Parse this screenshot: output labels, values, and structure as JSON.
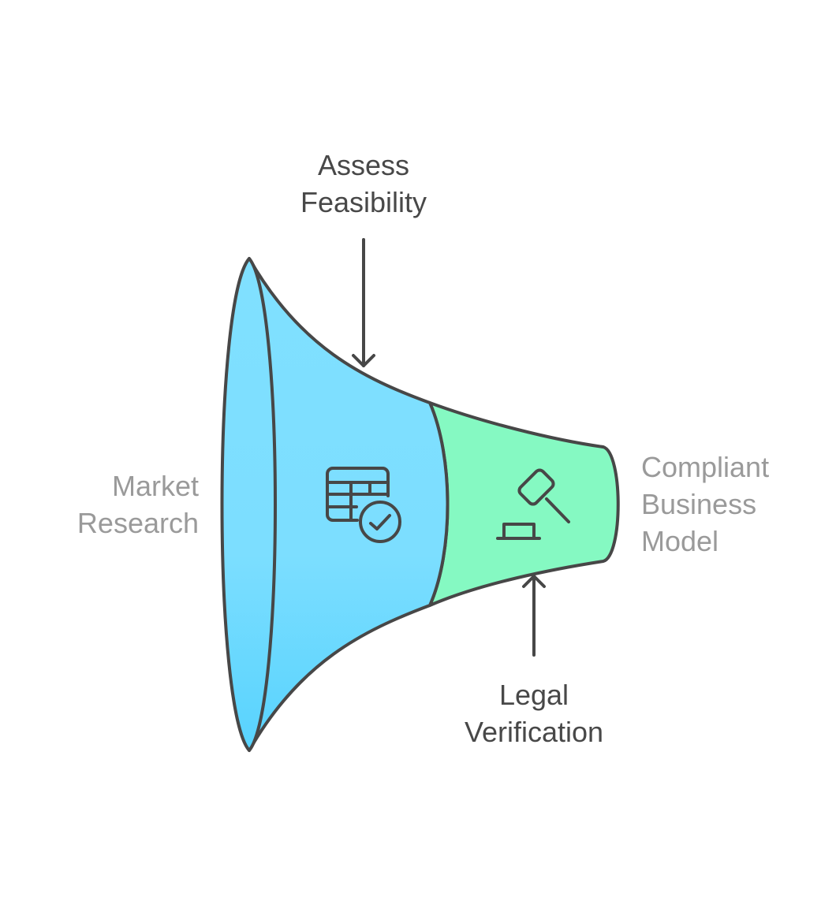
{
  "labels": {
    "top": [
      "Assess",
      "Feasibility"
    ],
    "left": [
      "Market",
      "Research"
    ],
    "right": [
      "Compliant",
      "Business",
      "Model"
    ],
    "bottom": [
      "Legal",
      "Verification"
    ]
  },
  "icons": {
    "stage1": "spreadsheet-check-icon",
    "stage2": "gavel-icon"
  },
  "colors": {
    "stage1_top": "#80e0ff",
    "stage1_bottom": "#58d3fe",
    "stage2": "#85f9c2",
    "stroke": "#474747"
  }
}
